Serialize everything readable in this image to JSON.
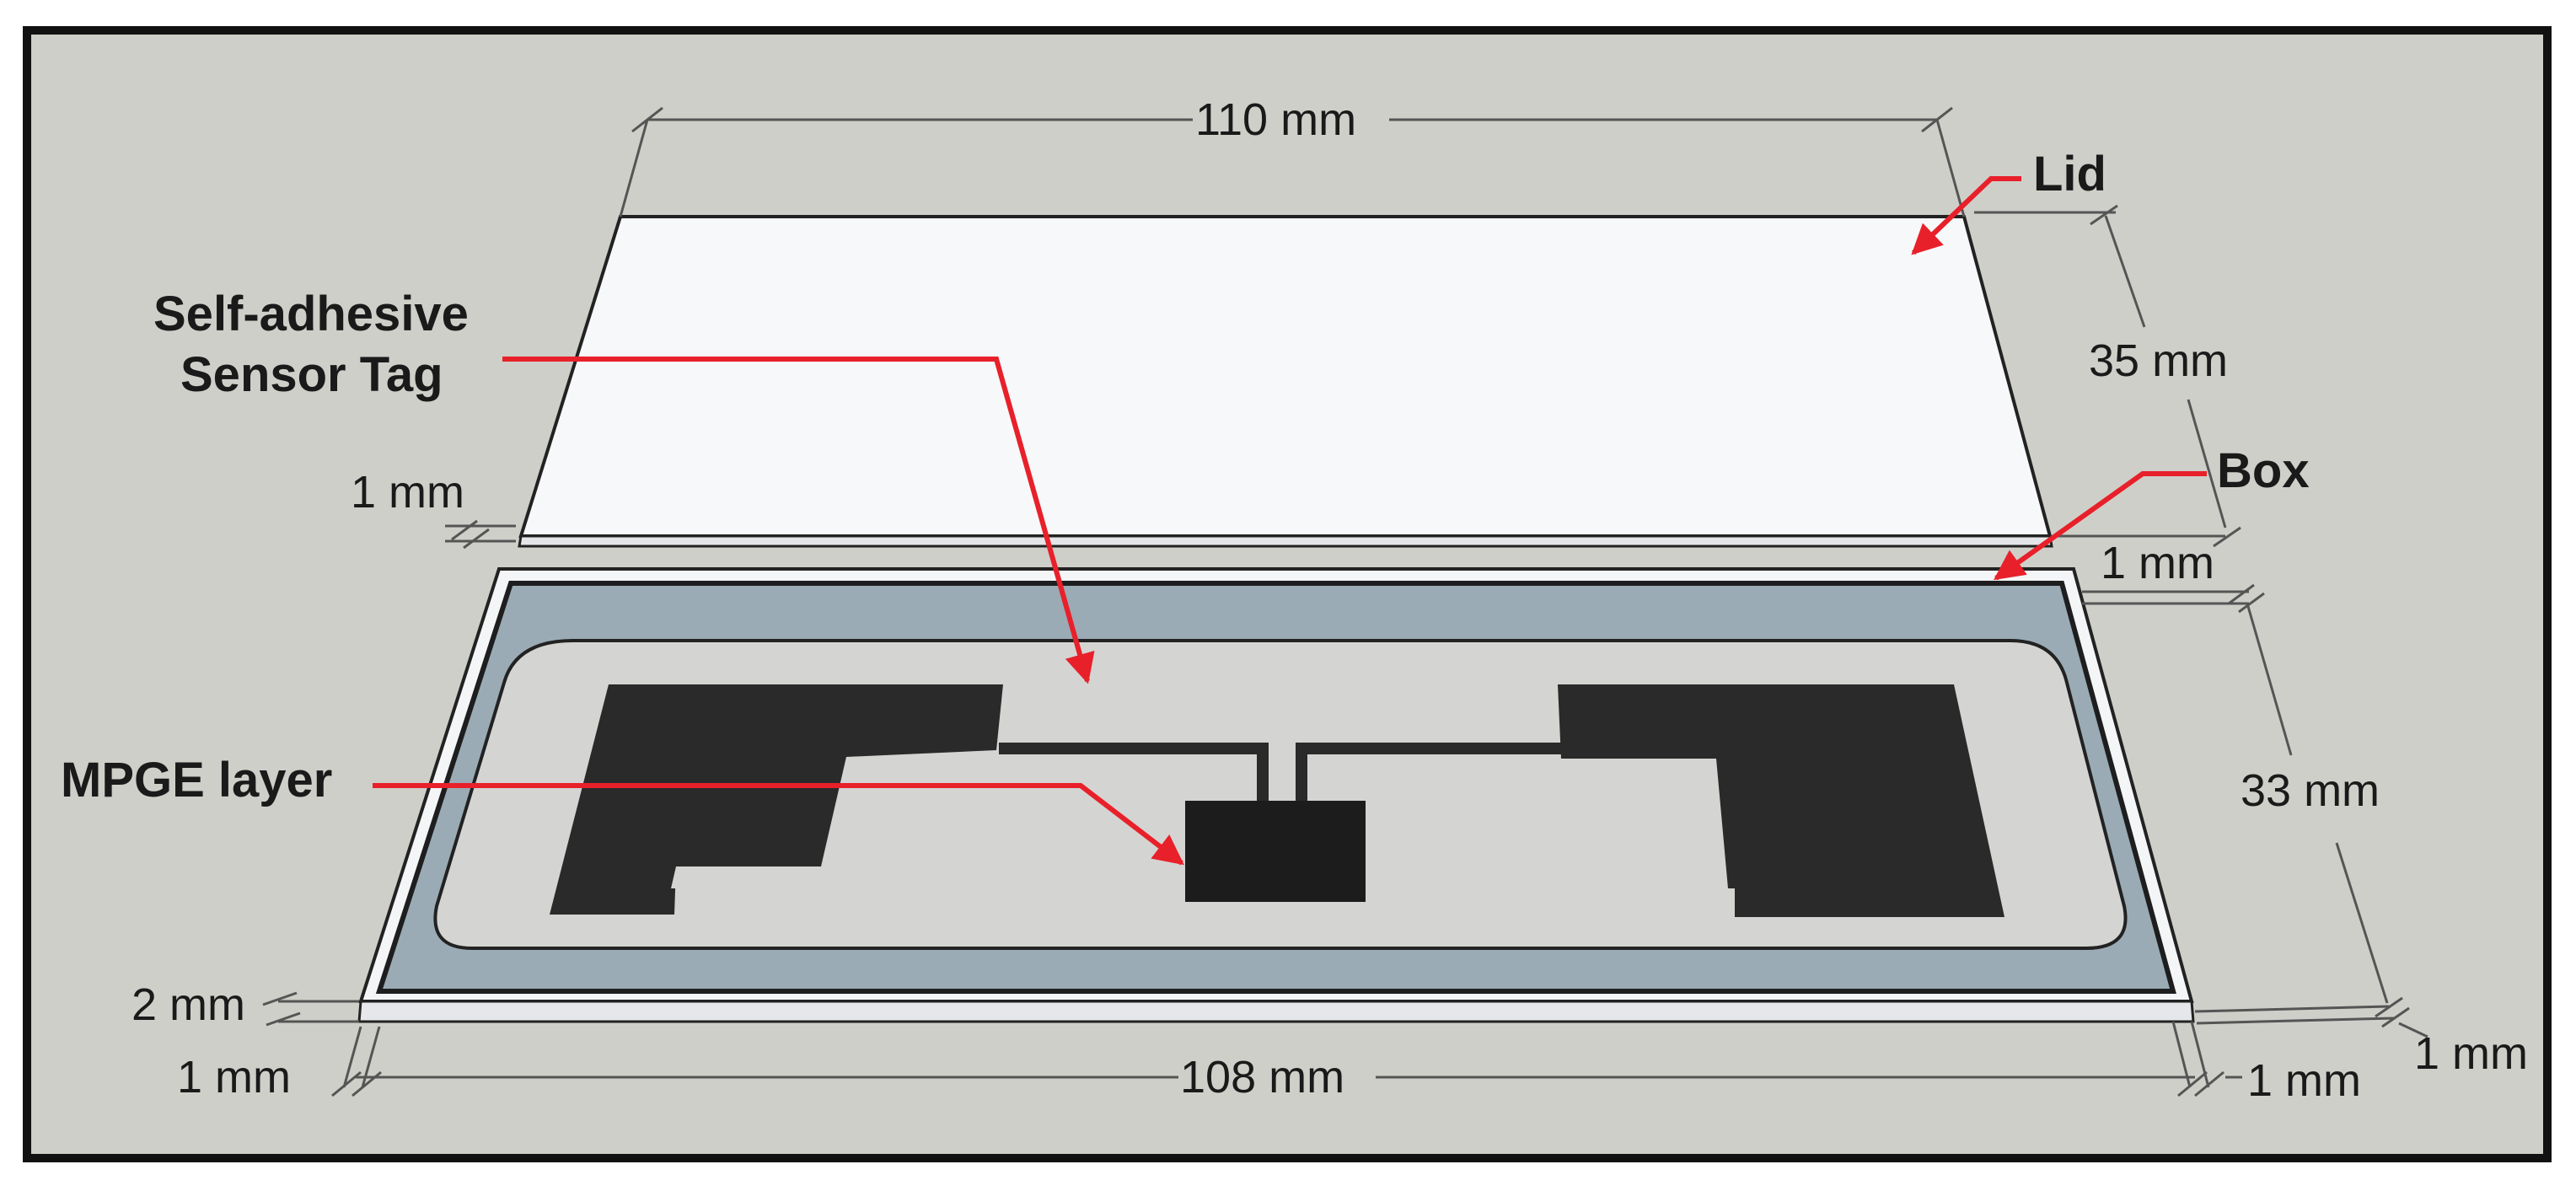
{
  "labels": {
    "lid": "Lid",
    "box": "Box",
    "sensor_tag_line1": "Self-adhesive",
    "sensor_tag_line2": "Sensor Tag",
    "mpge_layer": "MPGE layer"
  },
  "dimensions": {
    "lid_length": "110 mm",
    "lid_width": "35 mm",
    "lid_thickness": "1 mm",
    "box_wall": "1 mm",
    "box_inner_width": "33 mm",
    "box_depth": "2 mm",
    "box_bottom_left": "1 mm",
    "box_length": "108 mm",
    "box_bottom_right": "1 mm",
    "box_corner_right": "1 mm"
  },
  "colors": {
    "background": "#cfcfc9",
    "frame": "#111111",
    "lid_fill": "#f7f8fa",
    "box_rim": "#f4f5f7",
    "box_cavity": "#9aabb5",
    "tag_fill": "#d4d4d2",
    "antenna": "#2a2a2a",
    "chip": "#1c1c1c",
    "leader": "#e8202a",
    "dim_line": "#555555"
  }
}
